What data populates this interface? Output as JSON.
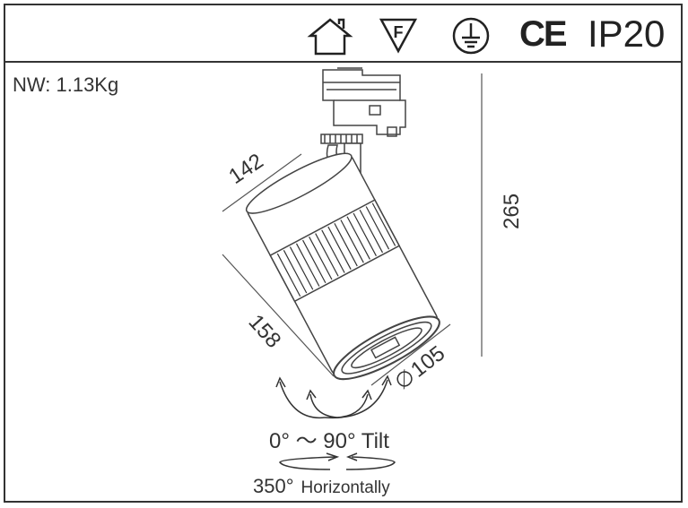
{
  "header": {
    "icons": [
      "house-icon",
      "f-mark-icon",
      "ground-earth-icon"
    ],
    "ce_mark": "CE",
    "ip_rating": "IP20",
    "f_mark": "F"
  },
  "weight": "NW: 1.13Kg",
  "dimensions": {
    "width": "142",
    "length": "158",
    "height": "265",
    "diameter": "105",
    "diameter_symbol": "∅"
  },
  "tilt": {
    "text": "0° ～ 90° Tilt"
  },
  "rotation": {
    "degrees": "350°",
    "direction": "Horizontally"
  }
}
